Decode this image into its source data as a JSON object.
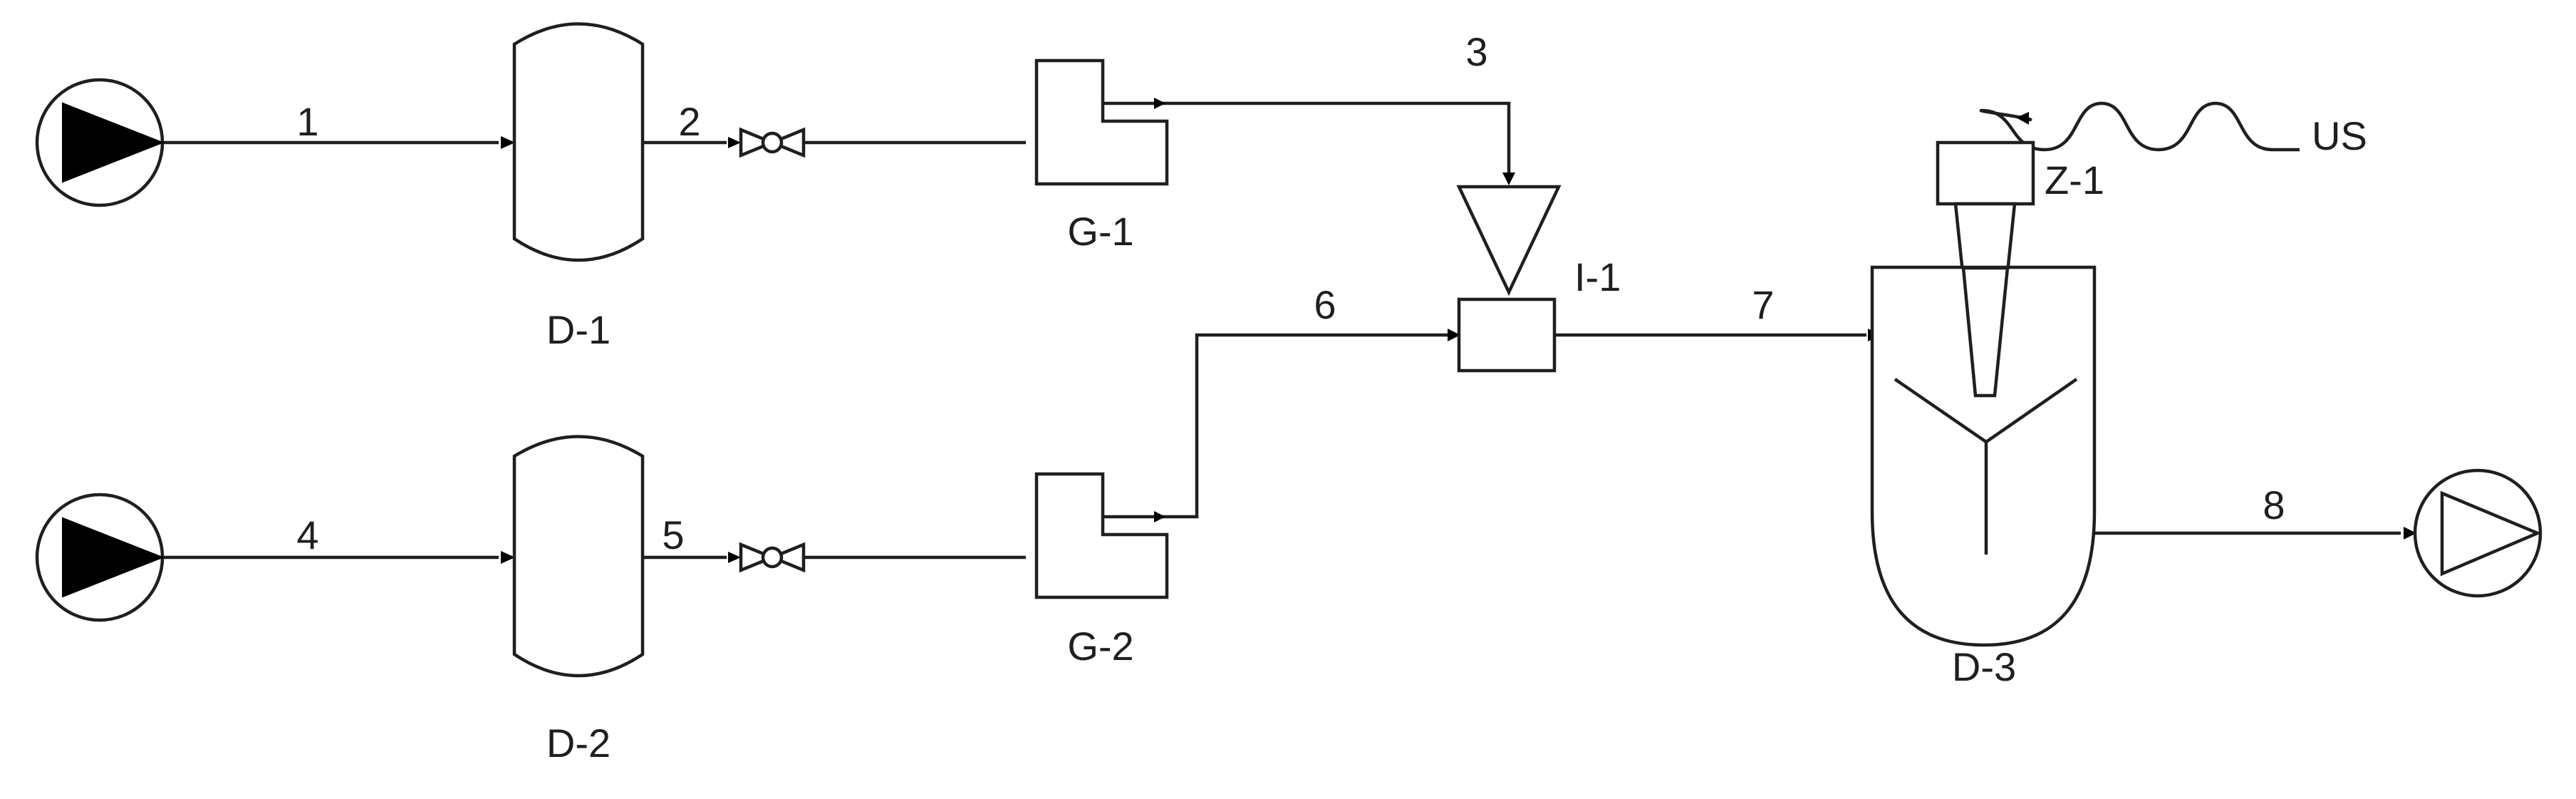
{
  "equipment": {
    "d1": "D-1",
    "d2": "D-2",
    "d3": "D-3",
    "g1": "G-1",
    "g2": "G-2",
    "i1": "I-1",
    "z1": "Z-1",
    "us": "US"
  },
  "streams": {
    "s1": "1",
    "s2": "2",
    "s3": "3",
    "s4": "4",
    "s5": "5",
    "s6": "6",
    "s7": "7",
    "s8": "8"
  },
  "icons": {
    "pump_inlet": "filled-pump-icon",
    "pump_outlet": "open-pump-icon",
    "valve": "gate-valve-icon",
    "vessel": "vertical-vessel-icon",
    "grinder": "mill-icon",
    "hopper": "hopper-icon",
    "sonicator": "ultrasonic-probe-icon",
    "reactor": "agitated-reactor-icon"
  }
}
